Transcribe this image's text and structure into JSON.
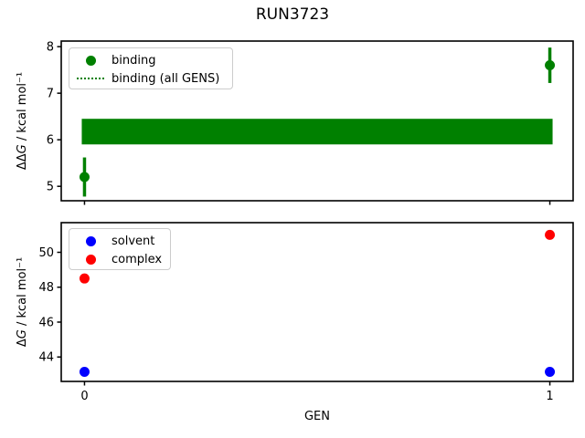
{
  "title": "RUN3723",
  "colors": {
    "binding": "#008000",
    "solvent": "#0000ff",
    "complex": "#ff0000",
    "axis": "#000000",
    "legend_border": "#cccccc",
    "background": "#ffffff"
  },
  "chart_data": [
    {
      "type": "scatter",
      "ylabel": "ΔΔG / kcal mol⁻¹",
      "ylim": [
        4.69,
        8.12
      ],
      "yticks": [
        5,
        6,
        7,
        8
      ],
      "xlim": [
        -0.05,
        1.05
      ],
      "xticks": [
        0,
        1
      ],
      "xlabel": "",
      "legend": {
        "position": "upper left",
        "entries": [
          {
            "label": "binding",
            "marker": "dot",
            "color": "#008000"
          },
          {
            "label": "binding (all GENS)",
            "marker": "dotted-line",
            "color": "#008000"
          }
        ]
      },
      "series": [
        {
          "name": "binding (all GENS)",
          "type": "band",
          "color": "#008000",
          "x": [
            0,
            1
          ],
          "y_lo": 5.9,
          "y_hi": 6.45
        },
        {
          "name": "binding",
          "type": "errorbar-scatter",
          "color": "#008000",
          "x": [
            0,
            1
          ],
          "y": [
            5.2,
            7.6
          ],
          "yerr": [
            0.42,
            0.38
          ]
        }
      ]
    },
    {
      "type": "scatter",
      "ylabel": "ΔG / kcal mol⁻¹",
      "ylim": [
        42.6,
        51.7
      ],
      "yticks": [
        44,
        46,
        48,
        50
      ],
      "xlim": [
        -0.05,
        1.05
      ],
      "xticks": [
        0,
        1
      ],
      "xlabel": "GEN",
      "legend": {
        "position": "upper left",
        "entries": [
          {
            "label": "solvent",
            "marker": "dot",
            "color": "#0000ff"
          },
          {
            "label": "complex",
            "marker": "dot",
            "color": "#ff0000"
          }
        ]
      },
      "series": [
        {
          "name": "solvent",
          "type": "errorbar-scatter",
          "color": "#0000ff",
          "x": [
            0,
            1
          ],
          "y": [
            43.15,
            43.15
          ],
          "yerr": [
            0,
            0
          ]
        },
        {
          "name": "complex",
          "type": "errorbar-scatter",
          "color": "#ff0000",
          "x": [
            0,
            1
          ],
          "y": [
            48.5,
            51.0
          ],
          "yerr": [
            0.25,
            0.1
          ]
        }
      ]
    }
  ]
}
